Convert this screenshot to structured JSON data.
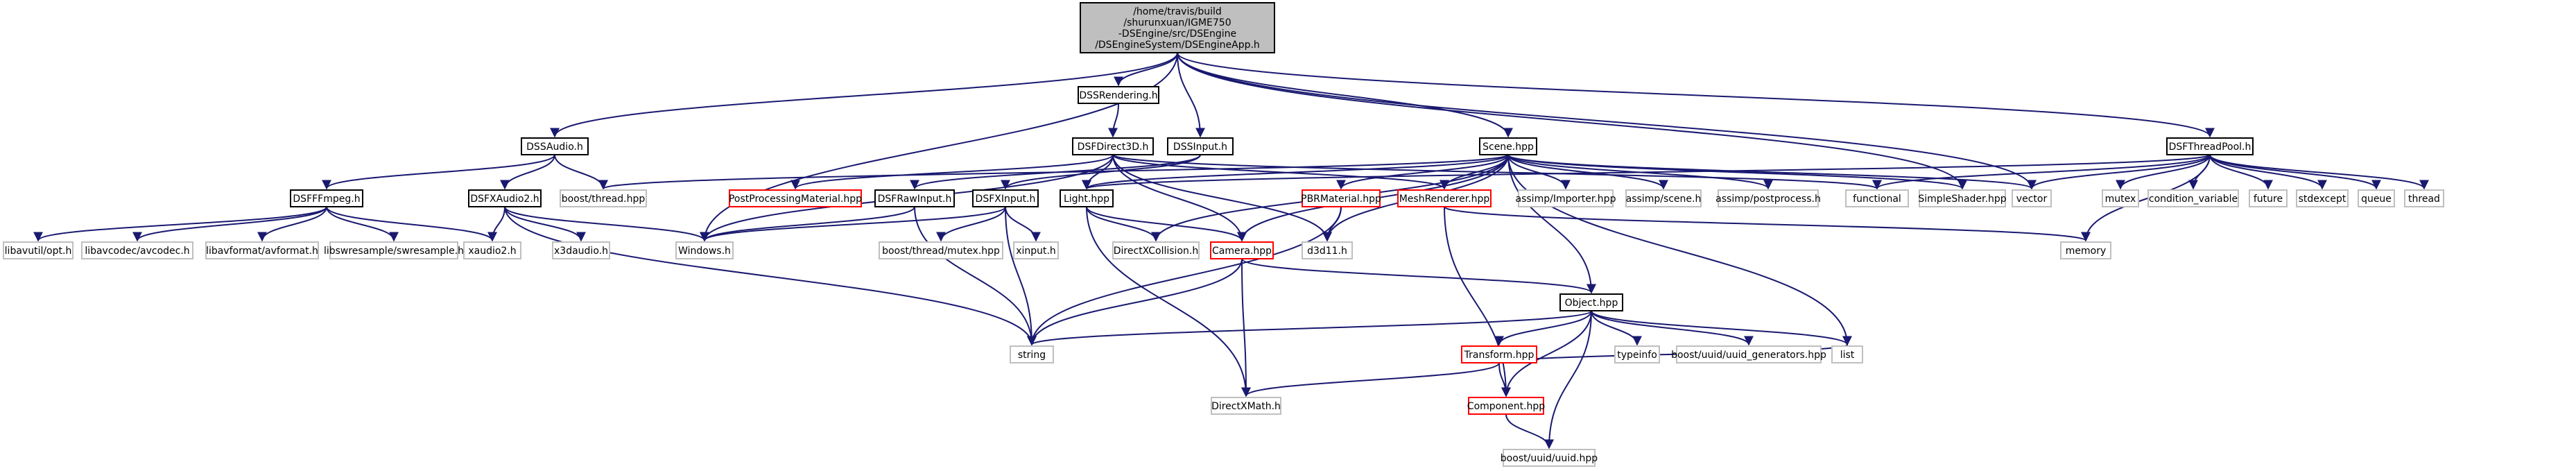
{
  "colors": {
    "edge": "#191970",
    "root_fill": "#bfbfbf",
    "root_stroke": "#000000",
    "normal_stroke": "#000000",
    "red_stroke": "#ff0000",
    "external_stroke": "#bfbfbf",
    "text": "#000000"
  },
  "nodes": {
    "root": {
      "lines": [
        "/home/travis/build",
        "/shurunxuan/IGME750",
        "-DSEngine/src/DSEngine",
        "/DSEngineSystem/DSEngineApp.h"
      ],
      "kind": "root"
    },
    "DSSRendering": {
      "lines": [
        "DSSRendering.h"
      ],
      "kind": "normal"
    },
    "DSSAudio": {
      "lines": [
        "DSSAudio.h"
      ],
      "kind": "normal"
    },
    "DSFDirect3D": {
      "lines": [
        "DSFDirect3D.h"
      ],
      "kind": "normal"
    },
    "DSSInput": {
      "lines": [
        "DSSInput.h"
      ],
      "kind": "normal"
    },
    "SceneHpp": {
      "lines": [
        "Scene.hpp"
      ],
      "kind": "normal"
    },
    "DSFThreadPool": {
      "lines": [
        "DSFThreadPool.h"
      ],
      "kind": "normal"
    },
    "DSFFFmpeg": {
      "lines": [
        "DSFFFmpeg.h"
      ],
      "kind": "normal"
    },
    "DSFXAudio2": {
      "lines": [
        "DSFXAudio2.h"
      ],
      "kind": "normal"
    },
    "boostThread": {
      "lines": [
        "boost/thread.hpp"
      ],
      "kind": "external"
    },
    "PostProcessing": {
      "lines": [
        "PostProcessingMaterial.hpp"
      ],
      "kind": "red"
    },
    "DSFRawInput": {
      "lines": [
        "DSFRawInput.h"
      ],
      "kind": "normal"
    },
    "DSFXInput": {
      "lines": [
        "DSFXInput.h"
      ],
      "kind": "normal"
    },
    "LightHpp": {
      "lines": [
        "Light.hpp"
      ],
      "kind": "normal"
    },
    "PBRMaterial": {
      "lines": [
        "PBRMaterial.hpp"
      ],
      "kind": "red"
    },
    "MeshRenderer": {
      "lines": [
        "MeshRenderer.hpp"
      ],
      "kind": "red"
    },
    "assimpImporter": {
      "lines": [
        "assimp/Importer.hpp"
      ],
      "kind": "external"
    },
    "assimpScene": {
      "lines": [
        "assimp/scene.h"
      ],
      "kind": "external"
    },
    "assimpPost": {
      "lines": [
        "assimp/postprocess.h"
      ],
      "kind": "external"
    },
    "functional": {
      "lines": [
        "functional"
      ],
      "kind": "external"
    },
    "SimpleShader": {
      "lines": [
        "SimpleShader.hpp"
      ],
      "kind": "external"
    },
    "vector": {
      "lines": [
        "vector"
      ],
      "kind": "external"
    },
    "mutex": {
      "lines": [
        "mutex"
      ],
      "kind": "external"
    },
    "condvar": {
      "lines": [
        "condition_variable"
      ],
      "kind": "external"
    },
    "future": {
      "lines": [
        "future"
      ],
      "kind": "external"
    },
    "stdexcept": {
      "lines": [
        "stdexcept"
      ],
      "kind": "external"
    },
    "queue": {
      "lines": [
        "queue"
      ],
      "kind": "external"
    },
    "thread": {
      "lines": [
        "thread"
      ],
      "kind": "external"
    },
    "libavutil": {
      "lines": [
        "libavutil/opt.h"
      ],
      "kind": "external"
    },
    "libavcodec": {
      "lines": [
        "libavcodec/avcodec.h"
      ],
      "kind": "external"
    },
    "libavformat": {
      "lines": [
        "libavformat/avformat.h"
      ],
      "kind": "external"
    },
    "libswresample": {
      "lines": [
        "libswresample/swresample.h"
      ],
      "kind": "external"
    },
    "xaudio2": {
      "lines": [
        "xaudio2.h"
      ],
      "kind": "external"
    },
    "x3daudio": {
      "lines": [
        "x3daudio.h"
      ],
      "kind": "external"
    },
    "windows": {
      "lines": [
        "Windows.h"
      ],
      "kind": "external"
    },
    "boostMutex": {
      "lines": [
        "boost/thread/mutex.hpp"
      ],
      "kind": "external"
    },
    "xinput": {
      "lines": [
        "xinput.h"
      ],
      "kind": "external"
    },
    "directXCollision": {
      "lines": [
        "DirectXCollision.h"
      ],
      "kind": "external"
    },
    "CameraHpp": {
      "lines": [
        "Camera.hpp"
      ],
      "kind": "red"
    },
    "d3d11": {
      "lines": [
        "d3d11.h"
      ],
      "kind": "external"
    },
    "memory": {
      "lines": [
        "memory"
      ],
      "kind": "external"
    },
    "ObjectHpp": {
      "lines": [
        "Object.hpp"
      ],
      "kind": "normal"
    },
    "string": {
      "lines": [
        "string"
      ],
      "kind": "external"
    },
    "TransformHpp": {
      "lines": [
        "Transform.hpp"
      ],
      "kind": "red"
    },
    "typeinfo": {
      "lines": [
        "typeinfo"
      ],
      "kind": "external"
    },
    "boostUuidGen": {
      "lines": [
        "boost/uuid/uuid_generators.hpp"
      ],
      "kind": "external"
    },
    "list": {
      "lines": [
        "list"
      ],
      "kind": "external"
    },
    "ComponentHpp": {
      "lines": [
        "Component.hpp"
      ],
      "kind": "red"
    },
    "directXMath": {
      "lines": [
        "DirectXMath.h"
      ],
      "kind": "external"
    },
    "boostUuid": {
      "lines": [
        "boost/uuid/uuid.hpp"
      ],
      "kind": "external"
    }
  },
  "edges": [
    [
      "root",
      "DSSRendering"
    ],
    [
      "root",
      "DSSAudio"
    ],
    [
      "root",
      "windows"
    ],
    [
      "root",
      "DSSInput"
    ],
    [
      "root",
      "SceneHpp"
    ],
    [
      "root",
      "DSFThreadPool"
    ],
    [
      "root",
      "SimpleShader"
    ],
    [
      "root",
      "vector"
    ],
    [
      "DSSRendering",
      "DSFDirect3D"
    ],
    [
      "DSSAudio",
      "DSFFFmpeg"
    ],
    [
      "DSSAudio",
      "DSFXAudio2"
    ],
    [
      "DSSAudio",
      "boostThread"
    ],
    [
      "DSFFFmpeg",
      "libavutil"
    ],
    [
      "DSFFFmpeg",
      "libavcodec"
    ],
    [
      "DSFFFmpeg",
      "libavformat"
    ],
    [
      "DSFFFmpeg",
      "libswresample"
    ],
    [
      "DSFFFmpeg",
      "xaudio2"
    ],
    [
      "DSFXAudio2",
      "xaudio2"
    ],
    [
      "DSFXAudio2",
      "x3daudio"
    ],
    [
      "DSFXAudio2",
      "windows"
    ],
    [
      "DSFXAudio2",
      "string"
    ],
    [
      "DSFDirect3D",
      "windows"
    ],
    [
      "DSFDirect3D",
      "PostProcessing"
    ],
    [
      "DSFDirect3D",
      "LightHpp"
    ],
    [
      "DSFDirect3D",
      "CameraHpp"
    ],
    [
      "DSFDirect3D",
      "d3d11"
    ],
    [
      "DSFDirect3D",
      "MeshRenderer"
    ],
    [
      "DSFDirect3D",
      "functional"
    ],
    [
      "DSSInput",
      "DSFRawInput"
    ],
    [
      "DSSInput",
      "DSFXInput"
    ],
    [
      "DSFRawInput",
      "windows"
    ],
    [
      "DSFRawInput",
      "string"
    ],
    [
      "DSFXInput",
      "windows"
    ],
    [
      "DSFXInput",
      "boostMutex"
    ],
    [
      "DSFXInput",
      "xinput"
    ],
    [
      "DSFXInput",
      "string"
    ],
    [
      "SceneHpp",
      "boostThread"
    ],
    [
      "SceneHpp",
      "LightHpp"
    ],
    [
      "SceneHpp",
      "PBRMaterial"
    ],
    [
      "SceneHpp",
      "MeshRenderer"
    ],
    [
      "SceneHpp",
      "assimpImporter"
    ],
    [
      "SceneHpp",
      "assimpScene"
    ],
    [
      "SceneHpp",
      "assimpPost"
    ],
    [
      "SceneHpp",
      "SimpleShader"
    ],
    [
      "SceneHpp",
      "CameraHpp"
    ],
    [
      "SceneHpp",
      "directXCollision"
    ],
    [
      "SceneHpp",
      "d3d11"
    ],
    [
      "SceneHpp",
      "ObjectHpp"
    ],
    [
      "SceneHpp",
      "list"
    ],
    [
      "SceneHpp",
      "vector"
    ],
    [
      "DSFThreadPool",
      "functional"
    ],
    [
      "DSFThreadPool",
      "vector"
    ],
    [
      "DSFThreadPool",
      "mutex"
    ],
    [
      "DSFThreadPool",
      "condvar"
    ],
    [
      "DSFThreadPool",
      "future"
    ],
    [
      "DSFThreadPool",
      "stdexcept"
    ],
    [
      "DSFThreadPool",
      "queue"
    ],
    [
      "DSFThreadPool",
      "thread"
    ],
    [
      "DSFThreadPool",
      "memory"
    ],
    [
      "DSFThreadPool",
      "LightHpp"
    ],
    [
      "LightHpp",
      "directXCollision"
    ],
    [
      "LightHpp",
      "CameraHpp"
    ],
    [
      "LightHpp",
      "directXMath"
    ],
    [
      "PBRMaterial",
      "d3d11"
    ],
    [
      "PBRMaterial",
      "string"
    ],
    [
      "MeshRenderer",
      "memory"
    ],
    [
      "MeshRenderer",
      "ComponentHpp"
    ],
    [
      "CameraHpp",
      "ObjectHpp"
    ],
    [
      "CameraHpp",
      "string"
    ],
    [
      "CameraHpp",
      "directXMath"
    ],
    [
      "ObjectHpp",
      "string"
    ],
    [
      "ObjectHpp",
      "TransformHpp"
    ],
    [
      "ObjectHpp",
      "typeinfo"
    ],
    [
      "ObjectHpp",
      "boostUuidGen"
    ],
    [
      "ObjectHpp",
      "list"
    ],
    [
      "ObjectHpp",
      "ComponentHpp"
    ],
    [
      "ObjectHpp",
      "boostUuid"
    ],
    [
      "TransformHpp",
      "ComponentHpp"
    ],
    [
      "TransformHpp",
      "list"
    ],
    [
      "TransformHpp",
      "directXMath"
    ],
    [
      "ComponentHpp",
      "boostUuid"
    ]
  ]
}
